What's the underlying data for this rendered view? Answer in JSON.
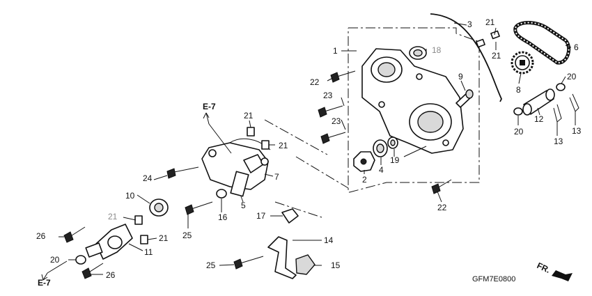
{
  "diagram_code": "GFM7E0800",
  "direction_label": "FR.",
  "refs": {
    "top": "E-7",
    "bottom": "E-7"
  },
  "callouts": {
    "c1": "1",
    "c2": "2",
    "c3": "3",
    "c4": "4",
    "c5": "5",
    "c6": "6",
    "c7": "7",
    "c8": "8",
    "c9": "9",
    "c10": "10",
    "c11": "11",
    "c12": "12",
    "c13a": "13",
    "c13b": "13",
    "c14": "14",
    "c15": "15",
    "c16": "16",
    "c17": "17",
    "c18": "18",
    "c19": "19",
    "c20a": "20",
    "c20b": "20",
    "c20c": "20",
    "c21a": "21",
    "c21b": "21",
    "c21c": "21",
    "c21d": "21",
    "c21e": "21",
    "c21f": "21",
    "c22a": "22",
    "c22b": "22",
    "c23a": "23",
    "c23b": "23",
    "c24": "24",
    "c25a": "25",
    "c25b": "25",
    "c26a": "26",
    "c26b": "26"
  }
}
